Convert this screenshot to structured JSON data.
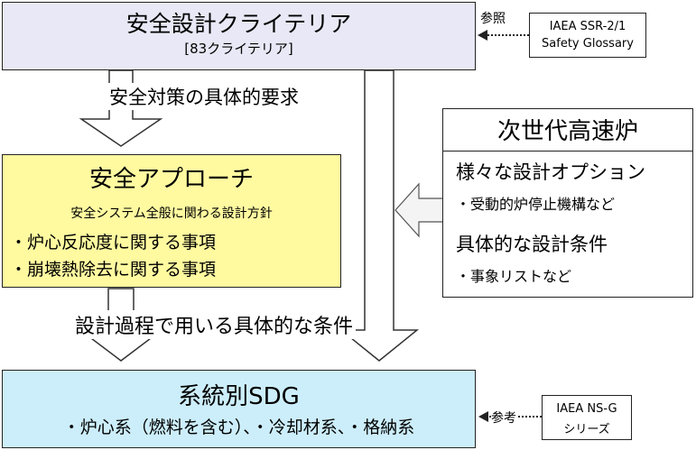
{
  "top_box": {
    "title": "安全設計クライテリア",
    "subtitle": "[83クライテリア]",
    "bg": "#e8e8f6"
  },
  "ref_top": {
    "label": "参照",
    "line1": "IAEA SSR-2/1",
    "line2": "Safety Glossary"
  },
  "arrow_label_1": "安全対策の具体的要求",
  "approach_box": {
    "title": "安全アプローチ",
    "subtitle": "安全システム全般に関わる設計方針",
    "items": [
      "・炉心反応度に関する事項",
      "・崩壊熱除去に関する事項"
    ],
    "bg": "#fffaa0"
  },
  "right_box": {
    "title": "次世代高速炉",
    "section1": "様々な設計オプション",
    "item1": "・受動的炉停止機構など",
    "section2": "具体的な設計条件",
    "item2": "・事象リストなど"
  },
  "arrow_label_2": "設計過程で用いる具体的な条件",
  "sdg_box": {
    "title": "系統別SDG",
    "items": "・炉心系（燃料を含む）、・冷却材系、・格納系",
    "bg": "#cceefa"
  },
  "ref_bottom": {
    "label": "参考",
    "line1": "IAEA NS-G",
    "line2": "シリーズ"
  }
}
